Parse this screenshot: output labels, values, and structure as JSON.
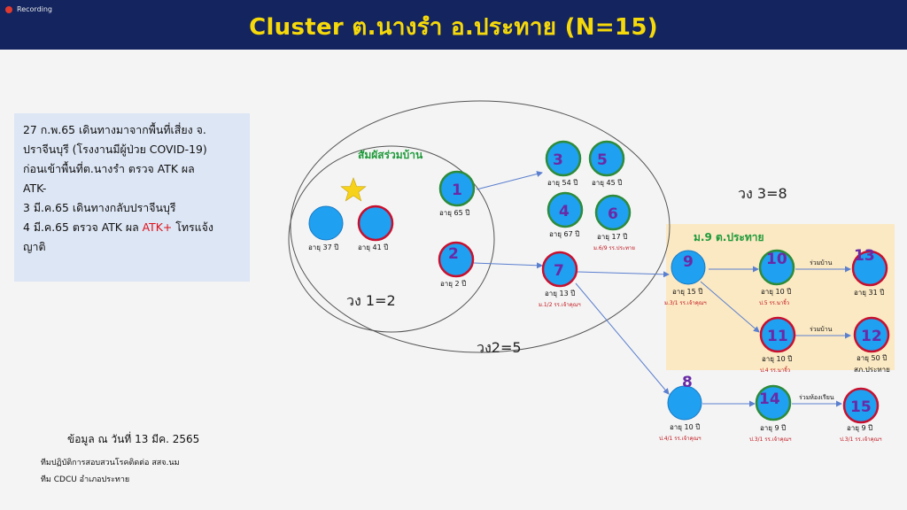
{
  "window": {
    "recording_label": "Recording",
    "title": "Cluster ต.นางรำ อ.ประทาย (N=15)"
  },
  "colors": {
    "title_bar": "#13245f",
    "title_text": "#f5d90a",
    "node_fill": "#1fa0f0",
    "ring_green": "#2e8b3a",
    "ring_red": "#c8102e",
    "village_panel": "#fbe9c3",
    "highlight_red": "#e0101a"
  },
  "info": {
    "line1": "27 ก.พ.65 เดินทางมาจากพื้นที่เสี่ยง จ.",
    "line2": "ปราจีนบุรี (โรงงานมีผู้ป่วย COVID-19)",
    "line3": "ก่อนเข้าพื้นที่ต.นางรำ ตรวจ ATK ผล",
    "line4": "ATK-",
    "line5": "3 มี.ค.65   เดินทางกลับปราจีนบุรี",
    "line6_prefix": "4 มี.ค.65   ตรวจ ATK ผล ",
    "line6_highlight": "ATK+",
    "line6_suffix": " โทรแจ้ง",
    "line7": "ญาติ"
  },
  "footer": {
    "date": "ข้อมูล ณ วันที่ 13 มีค. 2565",
    "team1": "ทีมปฏิบัติการสอบสวนโรคติดต่อ สสจ.นม",
    "team2": "ทีม CDCU อำเภอประทาย"
  },
  "diagram": {
    "household_label": "สัมผัสร่วมบ้าน",
    "ring1_label": "วง 1=2",
    "ring2_label": "วง2=5",
    "ring3_label": "วง 3=8",
    "village_label": "ม.9 ต.ประทาย",
    "index_cases": [
      {
        "age": "อายุ 37 ปี",
        "ring": "none"
      },
      {
        "age": "อายุ 41 ปี",
        "ring": "red"
      }
    ],
    "nodes": [
      {
        "num": "1",
        "age": "อายุ 65 ปี",
        "place": "",
        "ring": "green"
      },
      {
        "num": "2",
        "age": "อายุ 2 ปี",
        "place": "",
        "ring": "red"
      },
      {
        "num": "3",
        "age": "อายุ 54 ปี",
        "place": "",
        "ring": "green"
      },
      {
        "num": "4",
        "age": "อายุ 67 ปี",
        "place": "",
        "ring": "green"
      },
      {
        "num": "5",
        "age": "อายุ 45 ปี",
        "place": "",
        "ring": "green"
      },
      {
        "num": "6",
        "age": "อายุ 17 ปี",
        "place": "ม.6/9 รร.ประทาย",
        "ring": "green"
      },
      {
        "num": "7",
        "age": "อายุ 13 ปี",
        "place": "ม.1/2 รร.เจ้าคุณฯ",
        "ring": "red"
      },
      {
        "num": "8",
        "age": "อายุ 10 ปี",
        "place": "ป.4/1 รร.เจ้าคุณฯ",
        "ring": "none"
      },
      {
        "num": "9",
        "age": "อายุ 15 ปี",
        "place": "ม.3/1 รร.เจ้าคุณฯ",
        "ring": "none"
      },
      {
        "num": "10",
        "age": "อายุ 10 ปี",
        "place": "ป.5 รร.นาจิ้ว",
        "ring": "green"
      },
      {
        "num": "11",
        "age": "อายุ 10 ปี",
        "place": "ป.4 รร.นาจิ้ว",
        "ring": "red"
      },
      {
        "num": "12",
        "age": "อายุ 50 ปี",
        "place": "สภ.ประทาย",
        "ring": "red"
      },
      {
        "num": "13",
        "age": "อายุ 31 ปี",
        "place": "",
        "ring": "red"
      },
      {
        "num": "14",
        "age": "อายุ 9 ปี",
        "place": "ป.3/1 รร.เจ้าคุณฯ",
        "ring": "green"
      },
      {
        "num": "15",
        "age": "อายุ 9 ปี",
        "place": "ป.3/1 รร.เจ้าคุณฯ",
        "ring": "red"
      }
    ],
    "edge_labels": {
      "e10_13": "ร่วมบ้าน",
      "e11_12": "ร่วมบ้าน",
      "e14_15": "ร่วมห้องเรียน"
    }
  }
}
